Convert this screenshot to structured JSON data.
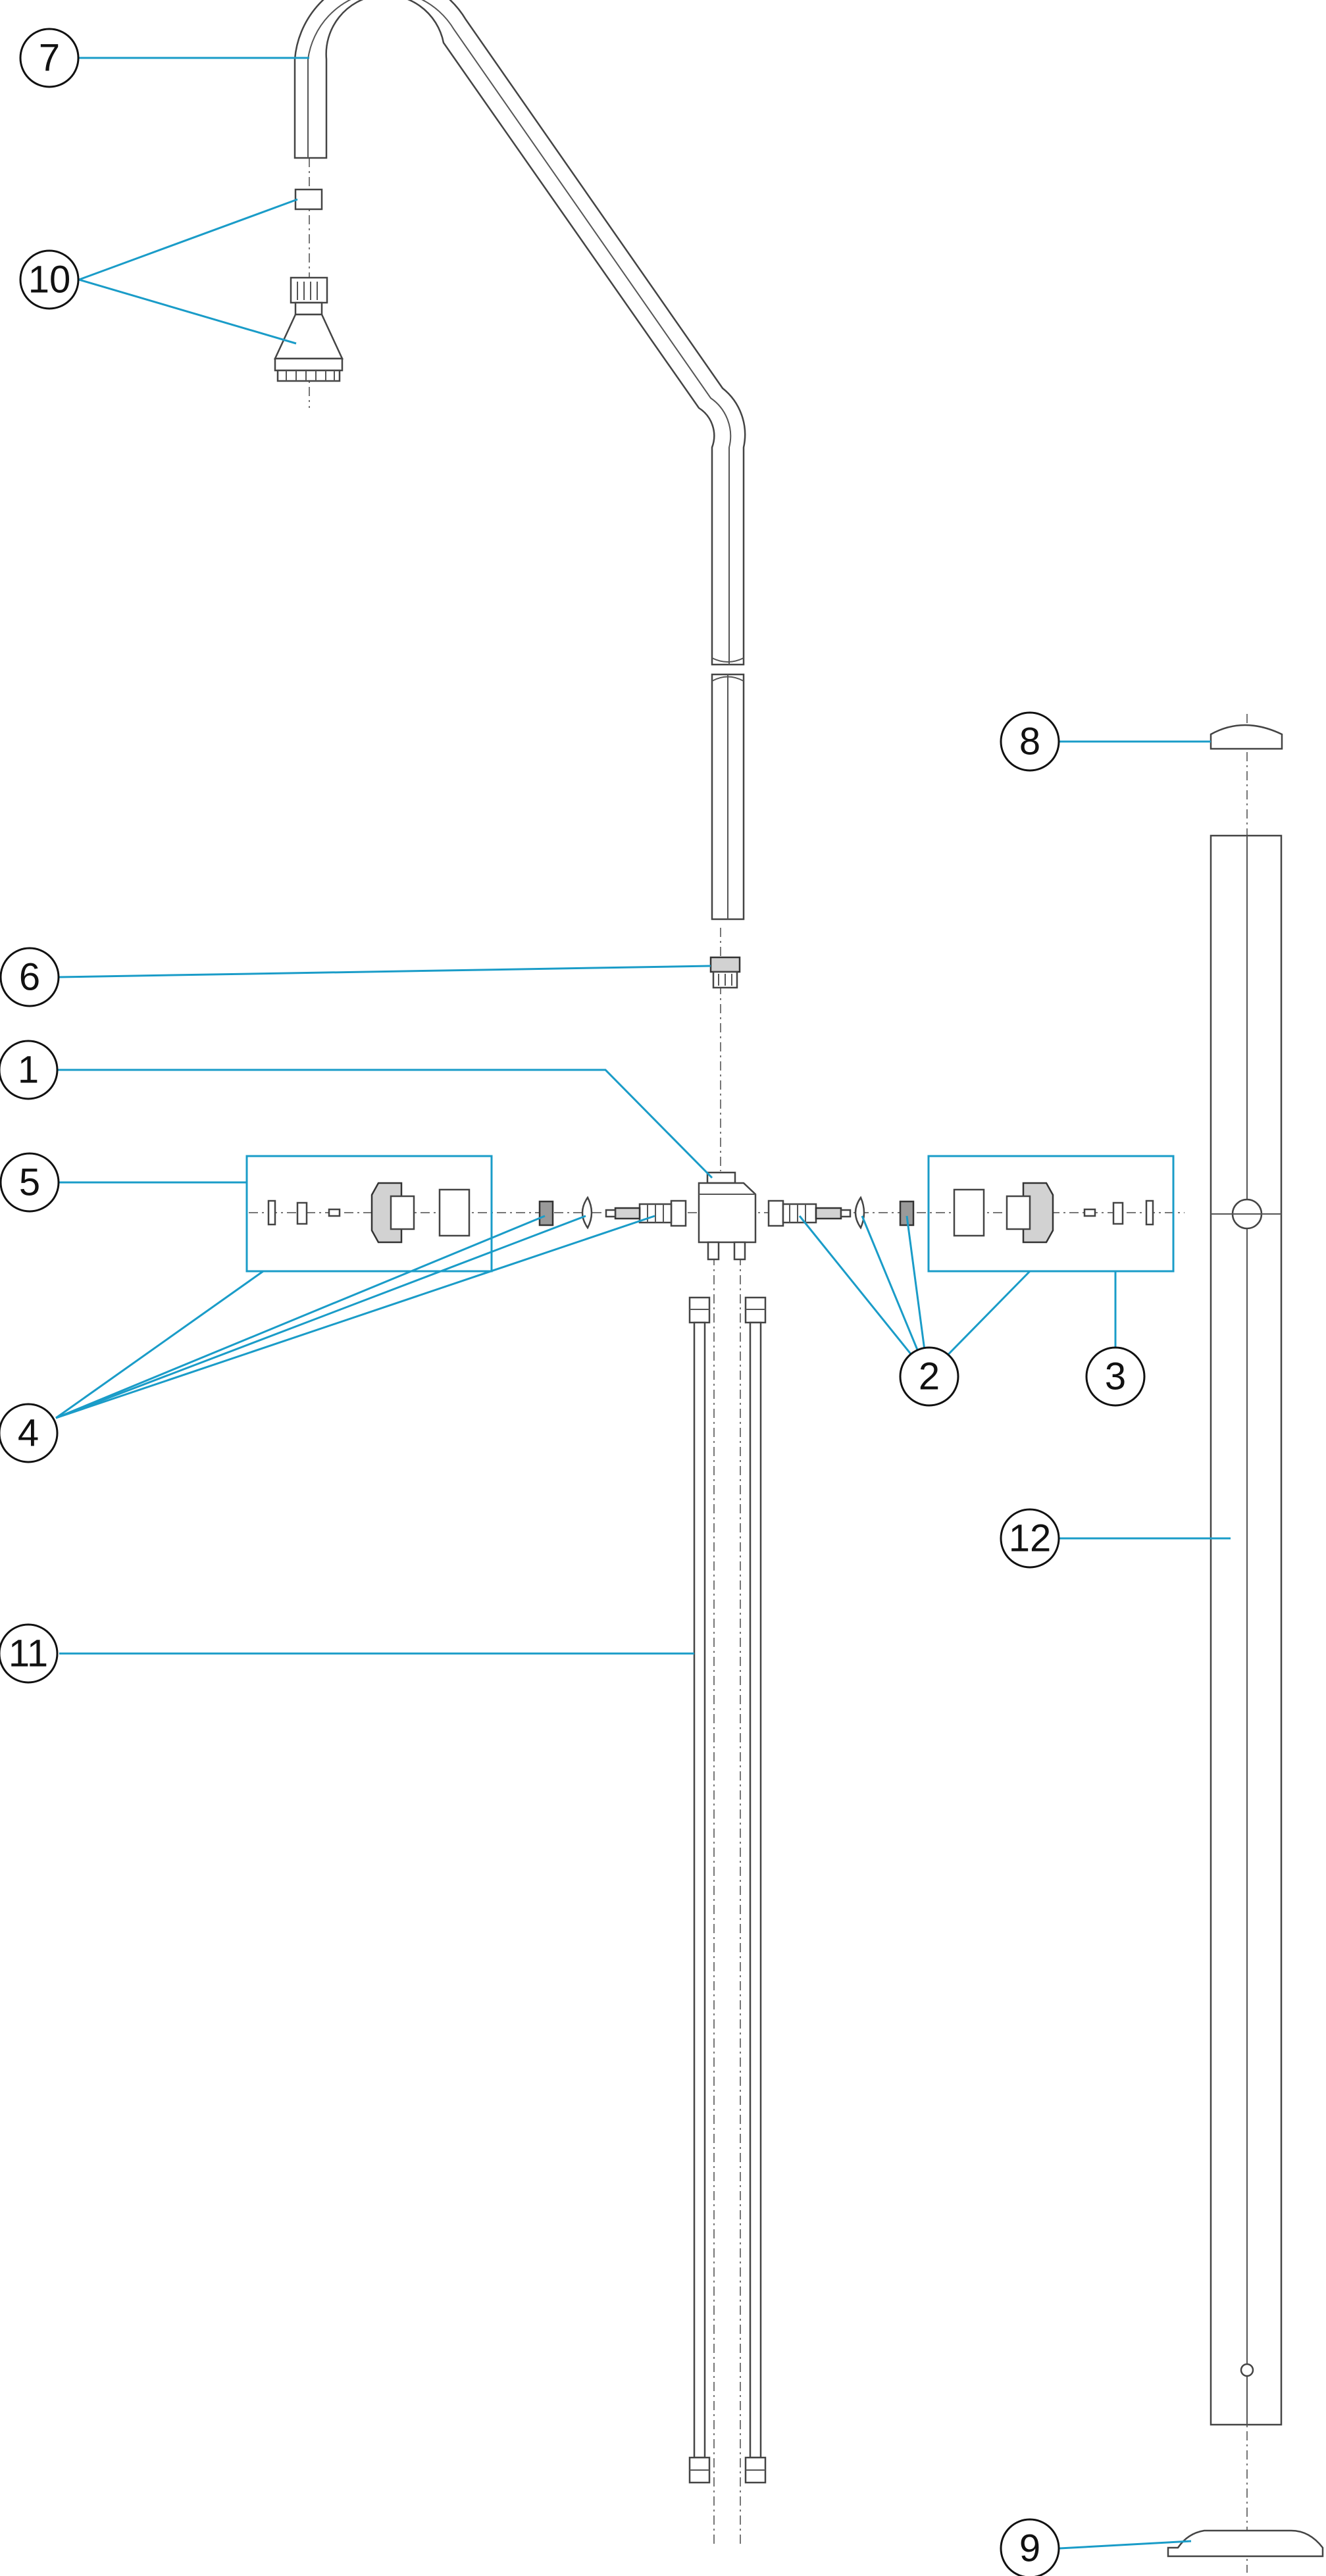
{
  "diagram": {
    "type": "exploded-parts-view",
    "colors": {
      "leader": "#1a9cc8",
      "outline": "#444444",
      "background": "#ffffff"
    },
    "callouts": [
      {
        "id": "c1",
        "label": "1"
      },
      {
        "id": "c2",
        "label": "2"
      },
      {
        "id": "c3",
        "label": "3"
      },
      {
        "id": "c4",
        "label": "4"
      },
      {
        "id": "c5",
        "label": "5"
      },
      {
        "id": "c6",
        "label": "6"
      },
      {
        "id": "c7",
        "label": "7"
      },
      {
        "id": "c8",
        "label": "8"
      },
      {
        "id": "c9",
        "label": "9"
      },
      {
        "id": "c10",
        "label": "10"
      },
      {
        "id": "c11",
        "label": "11"
      },
      {
        "id": "c12",
        "label": "12"
      }
    ]
  }
}
